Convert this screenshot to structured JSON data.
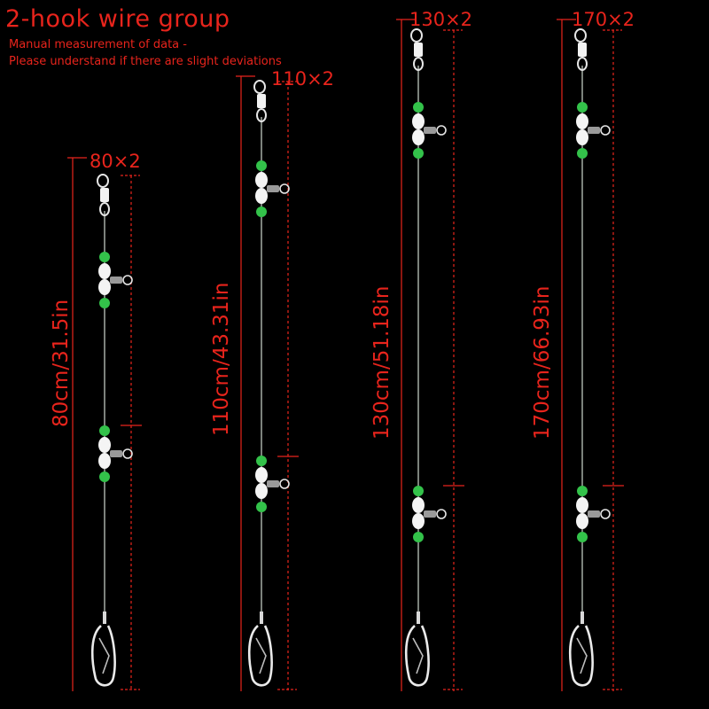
{
  "title": "2-hook wire group",
  "note_line1": "Manual measurement of data -",
  "note_line2": "Please understand if there are slight deviations",
  "rigs": [
    {
      "spec": "80×2",
      "length": "80cm/31.5in"
    },
    {
      "spec": "110×2",
      "length": "110cm/43.31in"
    },
    {
      "spec": "130×2",
      "length": "130cm/51.18in"
    },
    {
      "spec": "170×2",
      "length": "170cm/66.93in"
    }
  ],
  "colors": {
    "accent": "#e8241c",
    "background": "#000000",
    "bead": "#33c24a"
  }
}
